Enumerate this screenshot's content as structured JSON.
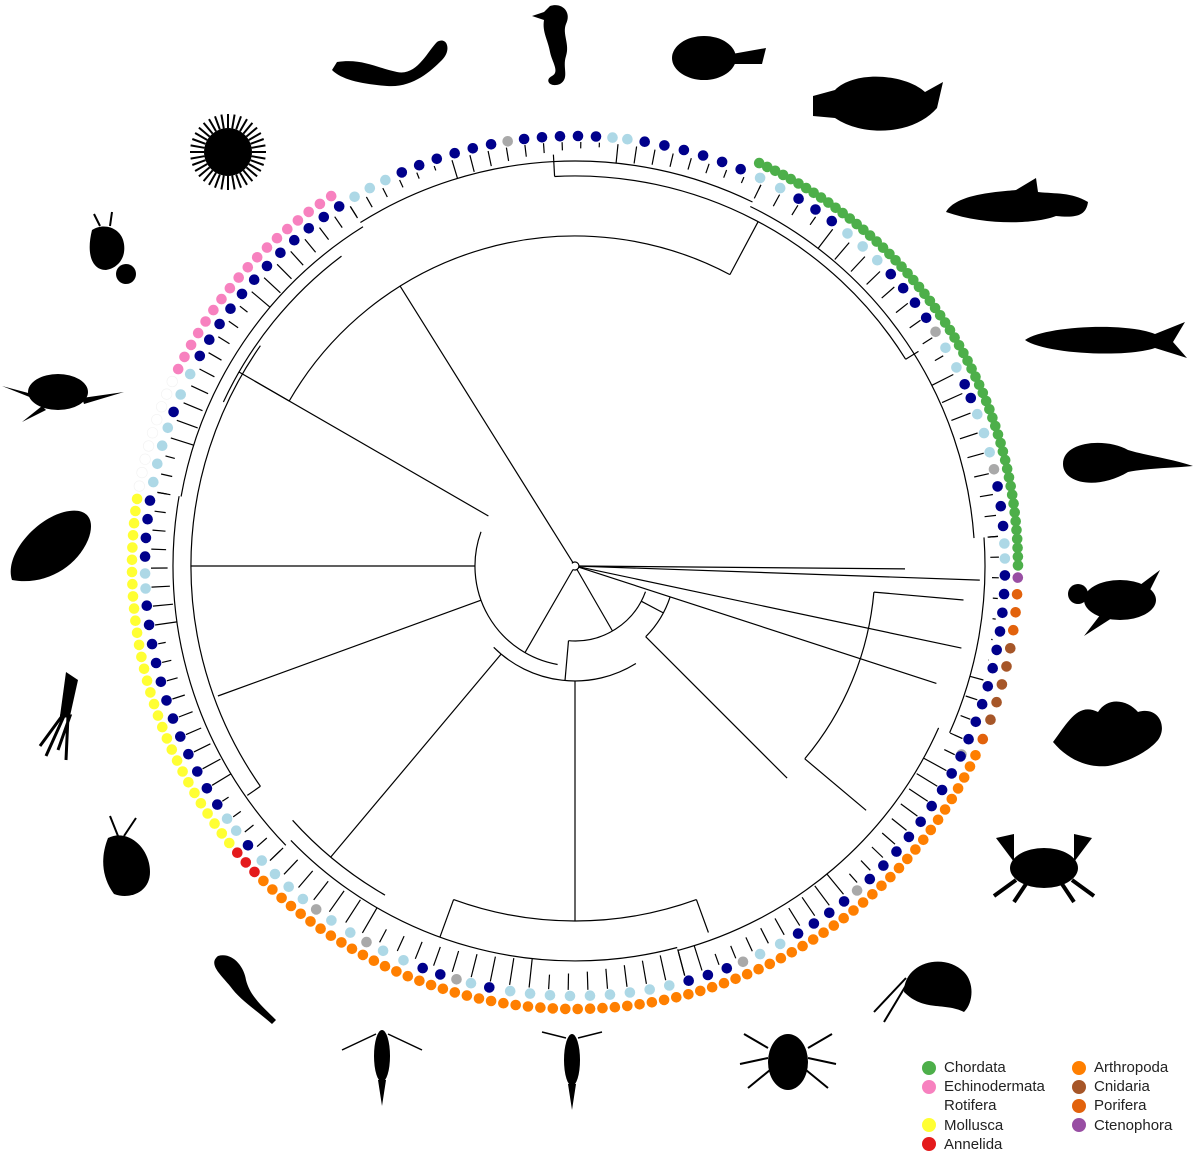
{
  "legend": {
    "items": [
      {
        "label": "Chordata",
        "color": "#4daf4a"
      },
      {
        "label": "Echinodermata",
        "color": "#f781bf"
      },
      {
        "label": "Rotifera",
        "color": "#ffffff"
      },
      {
        "label": "Mollusca",
        "color": "#ffff33"
      },
      {
        "label": "Annelida",
        "color": "#e41a1c"
      },
      {
        "label": "Arthropoda",
        "color": "#ff7f00"
      },
      {
        "label": "Cnidaria",
        "color": "#a65628"
      },
      {
        "label": "Porifera",
        "color": "#e2620c"
      },
      {
        "label": "Ctenophora",
        "color": "#984ea3"
      }
    ]
  },
  "ring_colors": {
    "inner_dark": "#00008b",
    "inner_light": "#add8e6",
    "inner_gray": "#a9a9a9"
  },
  "silhouettes": [
    "eel-icon",
    "seahorse-icon",
    "anglerfish-icon",
    "flatfish-icon",
    "goby-fish-icon",
    "herring-fish-icon",
    "catfish-icon",
    "sea-turtle-icon",
    "coral-sponge-icon",
    "crab-icon",
    "amphipod-icon",
    "isopod-icon",
    "copepod-icon",
    "copepod-2-icon",
    "brine-shrimp-icon",
    "water-flea-icon",
    "squid-icon",
    "mussel-icon",
    "sea-snail-icon",
    "rotifer-icon",
    "sea-urchin-icon"
  ]
}
